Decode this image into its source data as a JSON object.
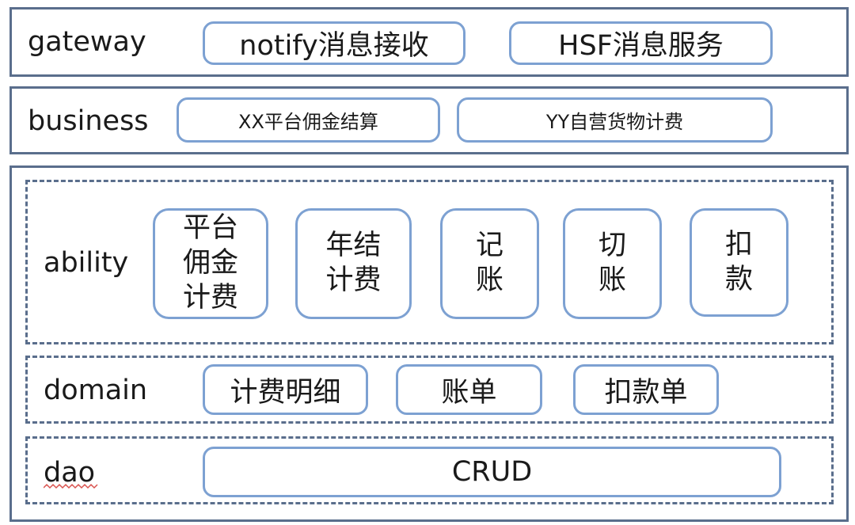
{
  "layers": {
    "gateway": {
      "label": "gateway",
      "items": [
        "notify消息接收",
        "HSF消息服务"
      ]
    },
    "business": {
      "label": "business",
      "items": [
        "XX平台佣金结算",
        "YY自营货物计费"
      ]
    },
    "ability": {
      "label": "ability",
      "items": [
        {
          "line1": "平台",
          "line2": "佣金",
          "line3": "计费"
        },
        {
          "line1": "年结",
          "line2": "计费"
        },
        {
          "line1": "记",
          "line2": "账"
        },
        {
          "line1": "切",
          "line2": "账"
        },
        {
          "line1": "扣",
          "line2": "款"
        }
      ]
    },
    "domain": {
      "label": "domain",
      "items": [
        "计费明细",
        "账单",
        "扣款单"
      ]
    },
    "dao": {
      "label": "dao",
      "items": [
        "CRUD"
      ]
    }
  },
  "colors": {
    "layer_border": "#5a6e8c",
    "box_border": "#7da1d2",
    "spellcheck_underline": "#d9534f"
  }
}
